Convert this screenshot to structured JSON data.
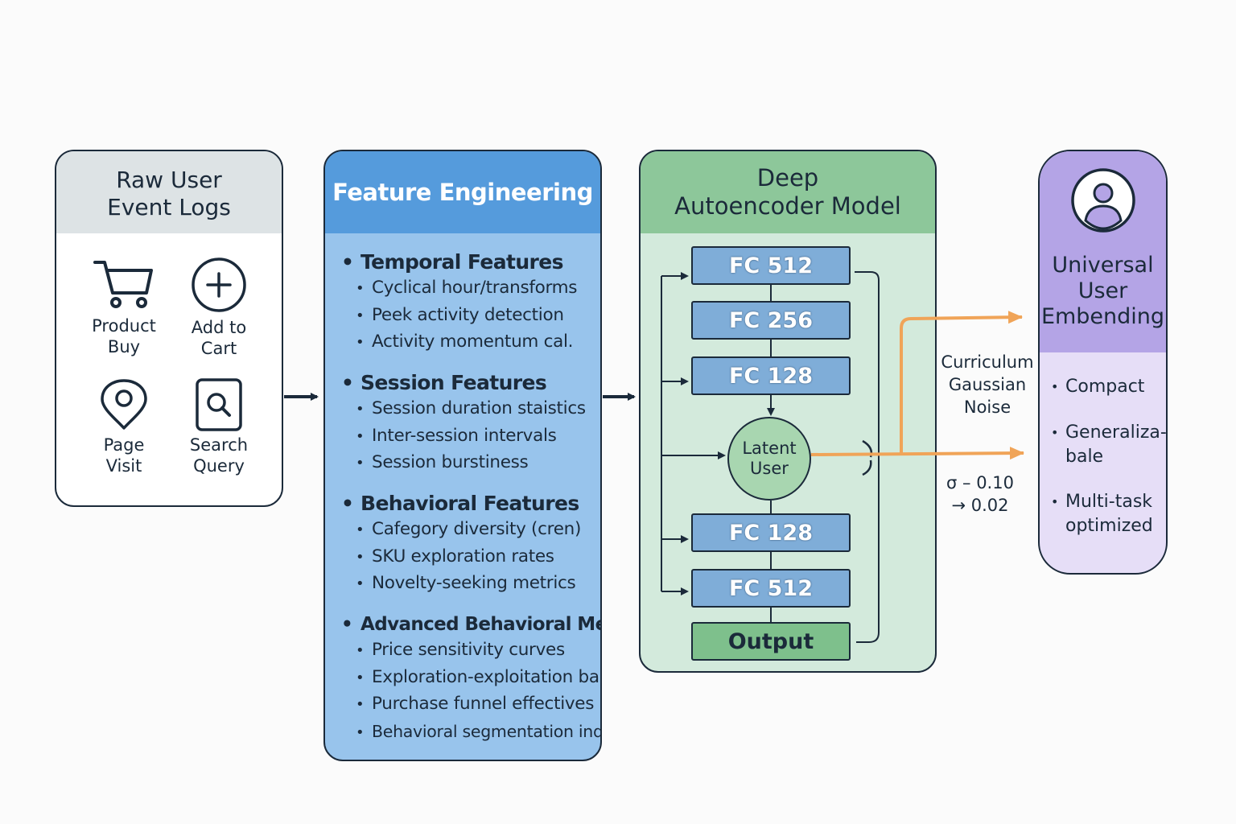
{
  "raw_logs": {
    "title_line1": "Raw User",
    "title_line2": "Event Logs",
    "events": [
      {
        "line1": "Product",
        "line2": "Buy",
        "icon": "cart-icon"
      },
      {
        "line1": "Add to",
        "line2": "Cart",
        "icon": "plus-circle-icon"
      },
      {
        "line1": "Page",
        "line2": "Visit",
        "icon": "map-pin-icon"
      },
      {
        "line1": "Search",
        "line2": "Query",
        "icon": "search-icon"
      }
    ]
  },
  "feature_engineering": {
    "title": "Feature Engineering",
    "groups": [
      {
        "title": "Temporal Features",
        "items": [
          "Cyclical hour/transforms",
          "Peek activity detection",
          "Activity momentum cal."
        ]
      },
      {
        "title": "Session Features",
        "items": [
          "Session duration staistics",
          "Inter-session intervals",
          "Session burstiness"
        ]
      },
      {
        "title": "Behavioral Features",
        "items": [
          "Cafegory diversity (cren)",
          "SKU exploration rates",
          "Novelty-seeking metrics"
        ]
      },
      {
        "title": "Advanced Behavioral Metrics",
        "items": [
          "Price sensitivity curves",
          "Exploration-exploitation bal.",
          "Purchase funnel effectives",
          "Behavioral segmentation ind."
        ]
      }
    ]
  },
  "autoencoder": {
    "title_line1": "Deep",
    "title_line2": "Autoencoder Model",
    "layers": [
      "FC 512",
      "FC 256",
      "FC 128",
      "FC 128",
      "FC 512"
    ],
    "latent_line1": "Latent",
    "latent_line2": "User",
    "output": "Output"
  },
  "noise": {
    "line1": "Curriculum",
    "line2": "Gaussian",
    "line3": "Noise",
    "sigma_line1": "σ – 0.10",
    "sigma_line2": "→ 0.02"
  },
  "embedding": {
    "title_line1": "Universal",
    "title_line2": "User",
    "title_line3": "Embending",
    "icon": "user-avatar-icon",
    "items": [
      {
        "line1": "Compact",
        "line2": ""
      },
      {
        "line1": "Generaliza-",
        "line2": "bale"
      },
      {
        "line1": "Multi-task",
        "line2": "optimized"
      }
    ]
  },
  "colors": {
    "ink": "#1b2a3a",
    "raw_header": "#dde3e5",
    "fe_header": "#559bdc",
    "fe_body": "#98c4ec",
    "ae_header": "#8dc79a",
    "ae_body": "#d3eadc",
    "fc_block": "#7fadd8",
    "emb_header": "#b4a4e6",
    "emb_body": "#e6def7",
    "orange_arrow": "#f0a458"
  }
}
